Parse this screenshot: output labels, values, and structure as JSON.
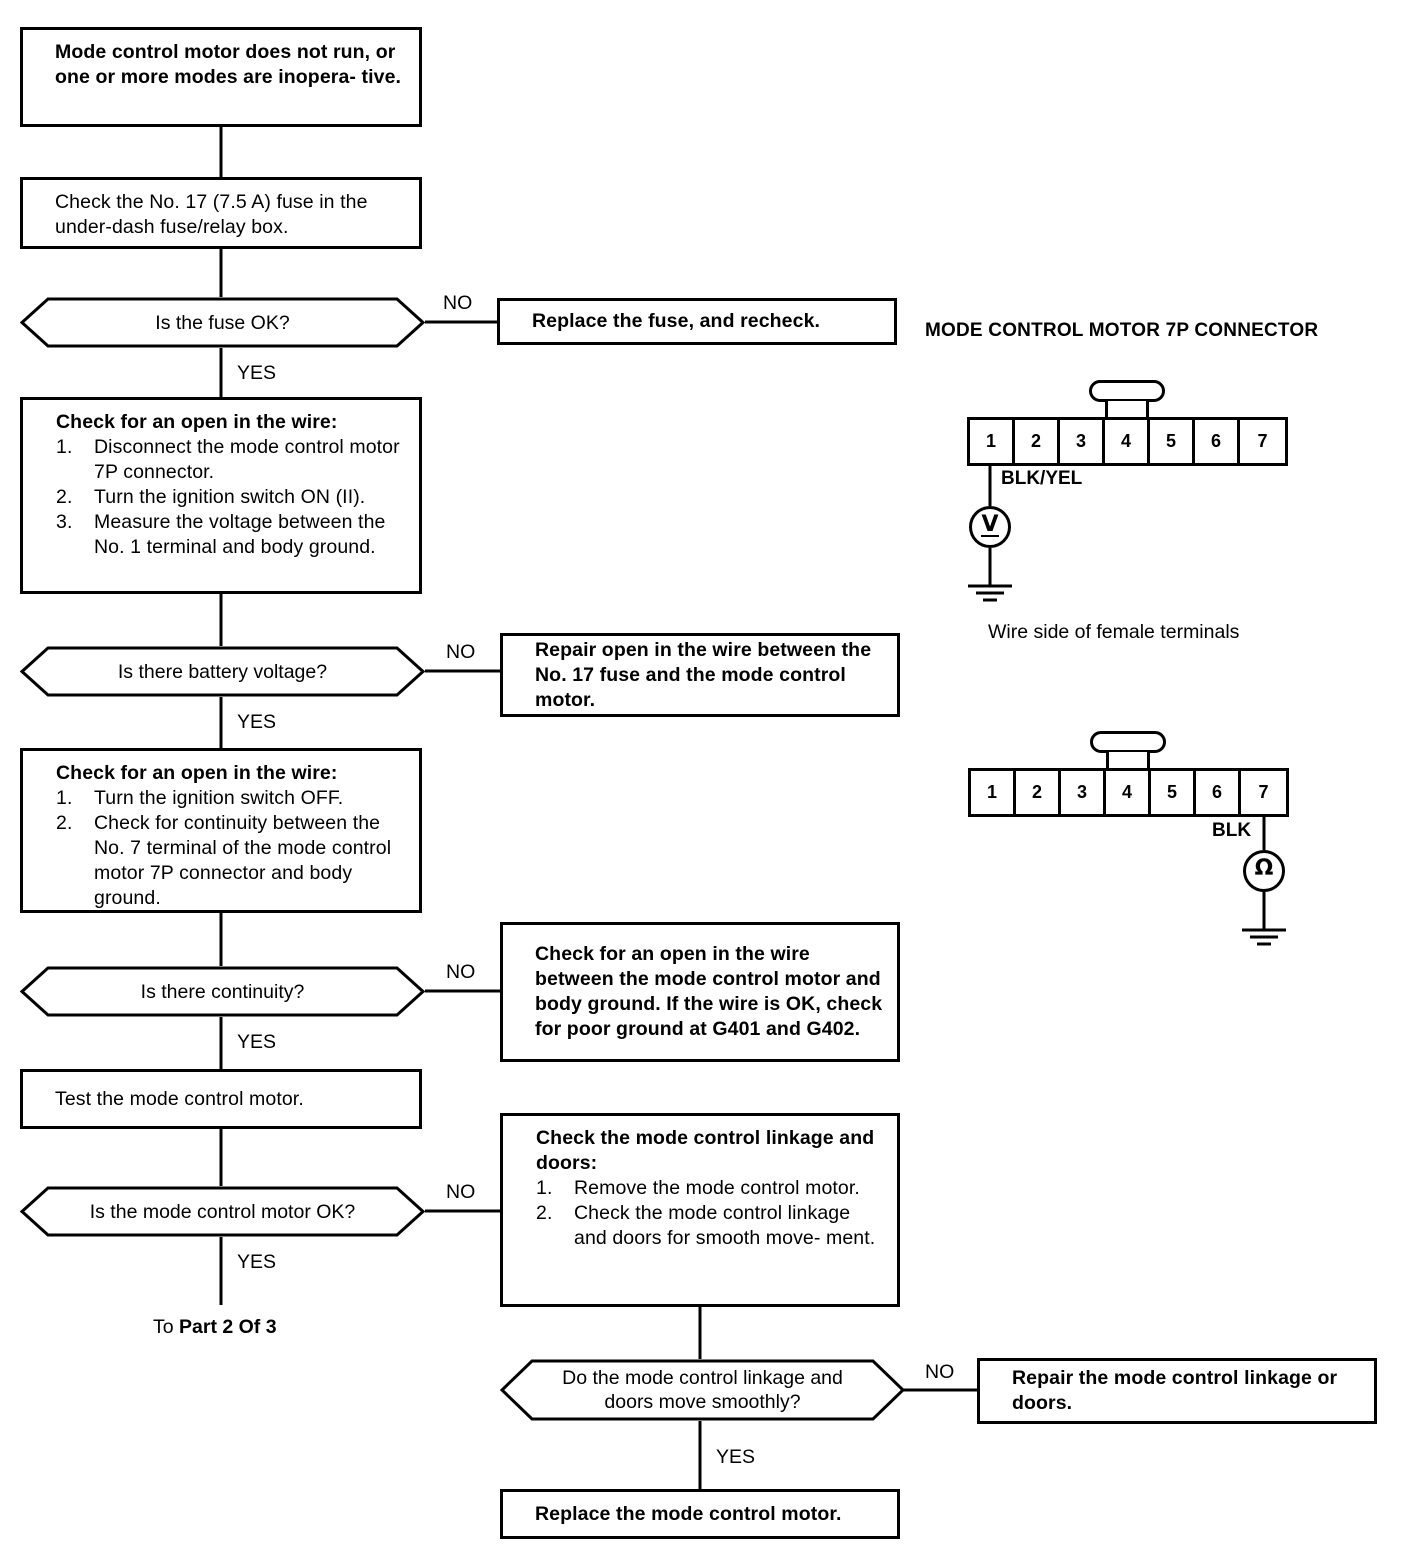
{
  "page": {
    "domain_kind": "troubleshooting-flowchart",
    "background": "#ffffff",
    "ink": "#000000"
  },
  "flow": {
    "symptom_box": {
      "text": "Mode control motor does not run, or one or more modes are inopera- tive."
    },
    "step_fuse": {
      "text": "Check the No. 17 (7.5 A) fuse in the under-dash fuse/relay box."
    },
    "decision_fuse": {
      "text": "Is the fuse OK?"
    },
    "action_replace_fuse": {
      "text": "Replace the fuse, and recheck."
    },
    "step_open_wire_1": {
      "header": "Check for an open in the wire:",
      "steps": [
        {
          "num": "1.",
          "text": "Disconnect the mode control motor 7P connector."
        },
        {
          "num": "2.",
          "text": "Turn the ignition switch ON (II)."
        },
        {
          "num": "3.",
          "text": "Measure the voltage between the No. 1 terminal and body ground."
        }
      ]
    },
    "decision_battery_voltage": {
      "text": "Is there battery voltage?"
    },
    "action_repair_open_fuse": {
      "text": "Repair open in the wire between the No. 17 fuse and the mode control motor."
    },
    "step_open_wire_2": {
      "header": "Check for an open in the wire:",
      "steps": [
        {
          "num": "1.",
          "text": "Turn the ignition switch OFF."
        },
        {
          "num": "2.",
          "text": "Check for continuity between the No. 7 terminal of the mode control motor 7P connector and body ground."
        }
      ]
    },
    "decision_continuity": {
      "text": "Is there continuity?"
    },
    "action_check_ground": {
      "text": "Check for an open in the wire between the mode control motor and body ground. If the wire is OK, check for poor ground at G401 and G402."
    },
    "step_test_motor": {
      "text": "Test the mode control motor."
    },
    "decision_motor_ok": {
      "text": "Is the mode control motor OK?"
    },
    "step_check_linkage": {
      "header": "Check the mode control linkage and doors:",
      "steps": [
        {
          "num": "1.",
          "text": "Remove the mode control motor."
        },
        {
          "num": "2.",
          "text": "Check the mode control linkage and doors for smooth move- ment."
        }
      ]
    },
    "decision_linkage_smooth": {
      "text": "Do the mode control linkage and doors move smoothly?"
    },
    "action_repair_linkage": {
      "text": "Repair the mode control linkage or doors."
    },
    "action_replace_motor": {
      "text": "Replace the mode control motor."
    },
    "branch_labels": {
      "no": "NO",
      "yes": "YES"
    },
    "continuation": {
      "prefix": "To ",
      "target": "Part 2 Of 3"
    }
  },
  "connector_panel": {
    "title": "MODE CONTROL MOTOR 7P CONNECTOR",
    "caption": "Wire side of female terminals",
    "diagram_voltage": {
      "pins": [
        "1",
        "2",
        "3",
        "4",
        "5",
        "6",
        "7"
      ],
      "wire_label": "BLK/YEL",
      "wire_from_pin": "1",
      "meter_symbol": "V",
      "meter_name": "voltmeter"
    },
    "diagram_continuity": {
      "pins": [
        "1",
        "2",
        "3",
        "4",
        "5",
        "6",
        "7"
      ],
      "wire_label": "BLK",
      "wire_from_pin": "7",
      "meter_symbol": "Ω",
      "meter_name": "ohmmeter"
    }
  }
}
